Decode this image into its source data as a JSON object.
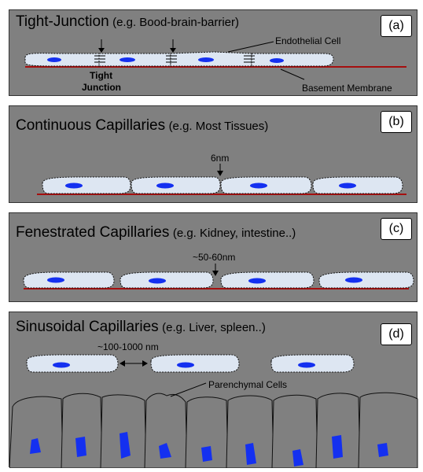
{
  "panel_a": {
    "title": "Tight-Junction",
    "subtitle": "(e.g. Bood-brain-barrier)",
    "label": "(a)",
    "junction_label_1": "Tight",
    "junction_label_2": "Junction",
    "endothelial_label": "Endothelial Cell",
    "basement_label": "Basement Membrane"
  },
  "panel_b": {
    "title": "Continuous Capillaries",
    "subtitle": "(e.g. Most Tissues)",
    "label": "(b)",
    "gap_label": "6nm"
  },
  "panel_c": {
    "title": "Fenestrated Capillaries",
    "subtitle": "(e.g. Kidney, intestine..)",
    "label": "(c)",
    "gap_label": "~50-60nm"
  },
  "panel_d": {
    "title": "Sinusoidal Capillaries",
    "subtitle": "(e.g. Liver, spleen..)",
    "label": "(d)",
    "gap_label": "~100-1000 nm",
    "parenchymal_label": "Parenchymal Cells"
  },
  "colors": {
    "background": "#808080",
    "cell_fill": "#dde6f2",
    "nucleus": "#1430f0",
    "membrane": "#a50f0f"
  }
}
